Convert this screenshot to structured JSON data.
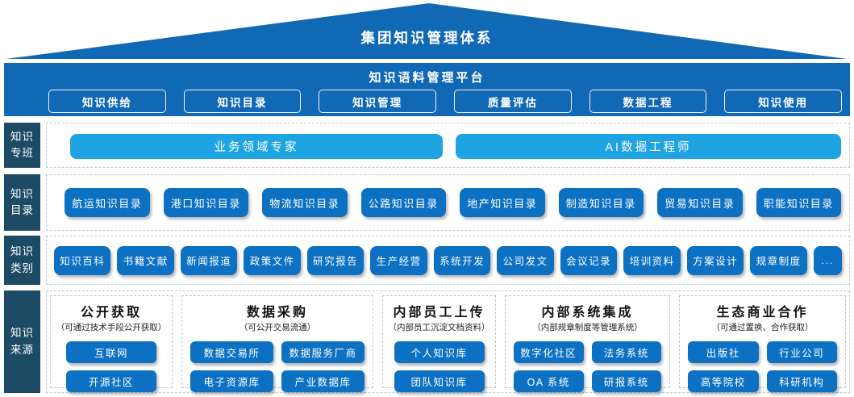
{
  "roof": {
    "title": "集团知识管理体系"
  },
  "platform": {
    "title": "知识语料管理平台",
    "buttons": [
      "知识供给",
      "知识目录",
      "知识管理",
      "质量评估",
      "数据工程",
      "知识使用"
    ]
  },
  "row1": {
    "label1": "知识",
    "label2": "专班",
    "buttons": [
      "业务领域专家",
      "AI数据工程师"
    ]
  },
  "row2": {
    "label1": "知识",
    "label2": "目录",
    "buttons": [
      "航运知识目录",
      "港口知识目录",
      "物流知识目录",
      "公路知识目录",
      "地产知识目录",
      "制造知识目录",
      "贸易知识目录",
      "职能知识目录"
    ]
  },
  "row3": {
    "label1": "知识",
    "label2": "类别",
    "buttons": [
      "知识百科",
      "书籍文献",
      "新闻报道",
      "政策文件",
      "研究报告",
      "生产经营",
      "系统开发",
      "公司发文",
      "会议记录",
      "培训资料",
      "方案设计",
      "规章制度",
      "..."
    ]
  },
  "row4": {
    "label1": "知识",
    "label2": "来源",
    "groups": [
      {
        "title": "公开获取",
        "note": "（可通过技术手段公开获取）",
        "buttons": [
          "互联网",
          "开源社区"
        ]
      },
      {
        "title": "数据采购",
        "note": "（可公开交易流通）",
        "buttons": [
          "数据交易所",
          "数据服务厂商",
          "电子资源库",
          "产业数据库"
        ]
      },
      {
        "title": "内部员工上传",
        "note": "（内部员工沉淀文档资料）",
        "buttons": [
          "个人知识库",
          "团队知识库"
        ]
      },
      {
        "title": "内部系统集成",
        "note": "（内部规章制度等管理系统）",
        "buttons": [
          "数字化社区",
          "法务系统",
          "OA 系统",
          "研报系统"
        ]
      },
      {
        "title": "生态商业合作",
        "note": "（可通过置换、合作获取）",
        "buttons": [
          "出版社",
          "行业公司",
          "高等院校",
          "科研机构"
        ]
      }
    ]
  },
  "colors": {
    "roof_band_blue": "#1168b4",
    "button_blue": "#0d71c3",
    "expert_button_cyan": "#1ea4e2",
    "label_dark": "#1d4b66"
  }
}
